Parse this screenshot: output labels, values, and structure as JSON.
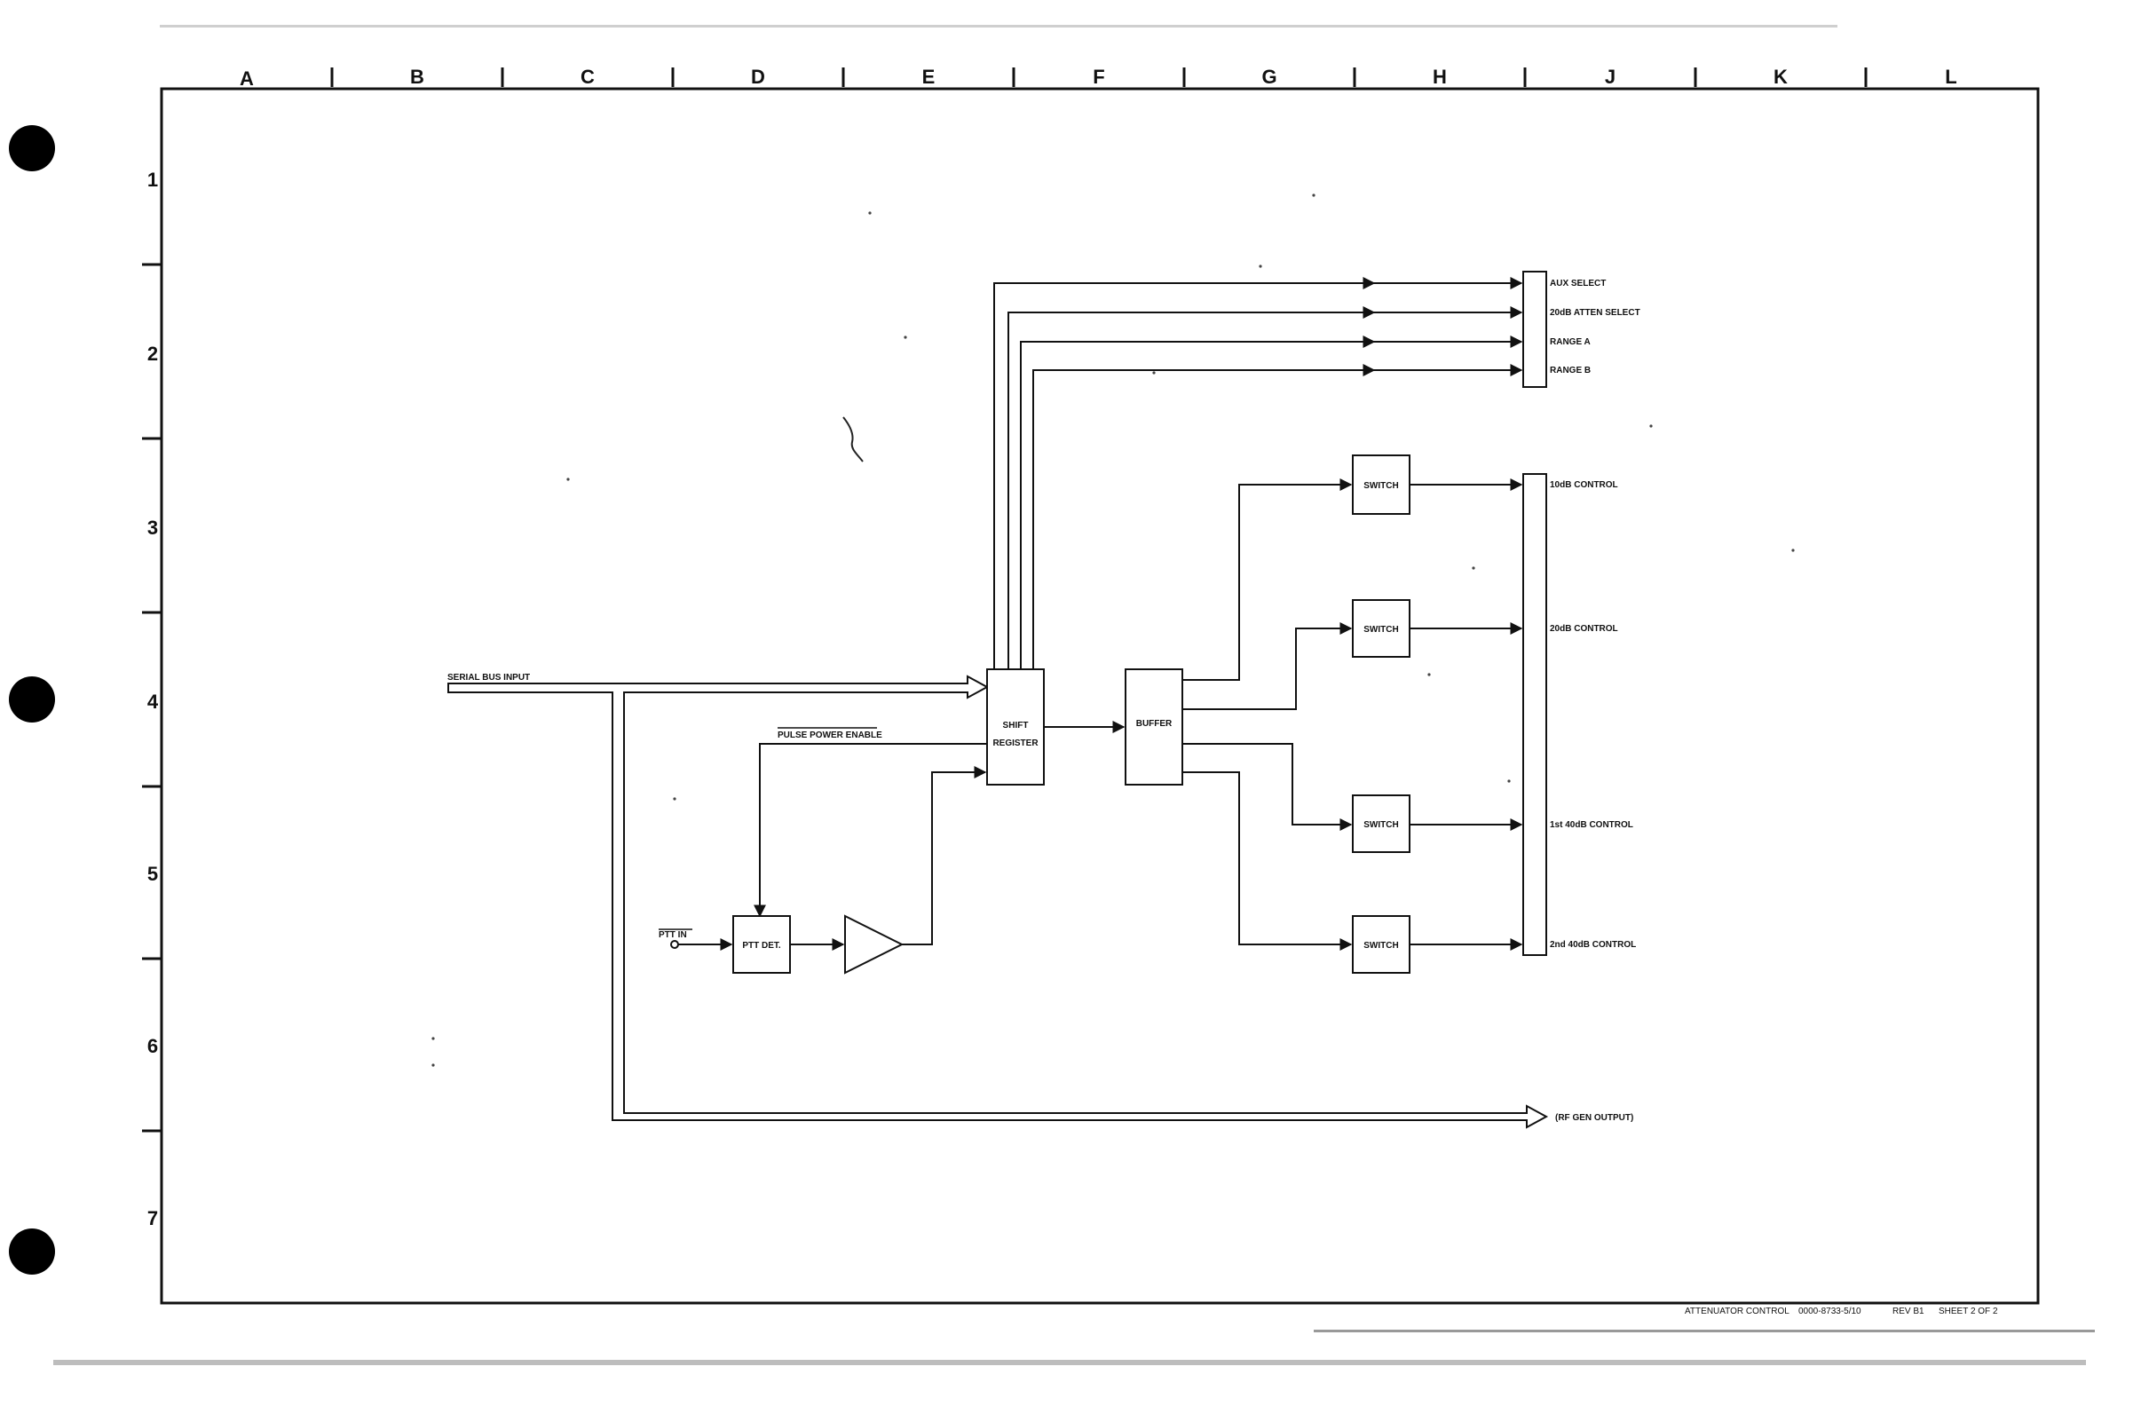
{
  "zones": {
    "columns": [
      "A",
      "B",
      "C",
      "D",
      "E",
      "F",
      "G",
      "H",
      "J",
      "K",
      "L"
    ],
    "rows": [
      "1",
      "2",
      "3",
      "4",
      "5",
      "6",
      "7"
    ]
  },
  "blocks": {
    "shift_register_line1": "SHIFT",
    "shift_register_line2": "REGISTER",
    "buffer": "BUFFER",
    "ptt_det": "PTT DET.",
    "switch": "SWITCH"
  },
  "signals": {
    "serial_bus_input": "SERIAL BUS INPUT",
    "pulse_power_enable": "PULSE POWER ENABLE",
    "ptt_in": "PTT IN",
    "rf_gen_output": "(RF GEN OUTPUT)",
    "outputs_top": [
      "AUX SELECT",
      "20dB ATTEN SELECT",
      "RANGE A",
      "RANGE B"
    ],
    "outputs_control": [
      "10dB CONTROL",
      "20dB CONTROL",
      "1st 40dB CONTROL",
      "2nd 40dB CONTROL"
    ]
  },
  "title_block": {
    "title": "ATTENUATOR CONTROL",
    "drawing_number": "0000-8733-5/10",
    "revision": "REV B1",
    "sheet": "SHEET 2 OF 2"
  }
}
